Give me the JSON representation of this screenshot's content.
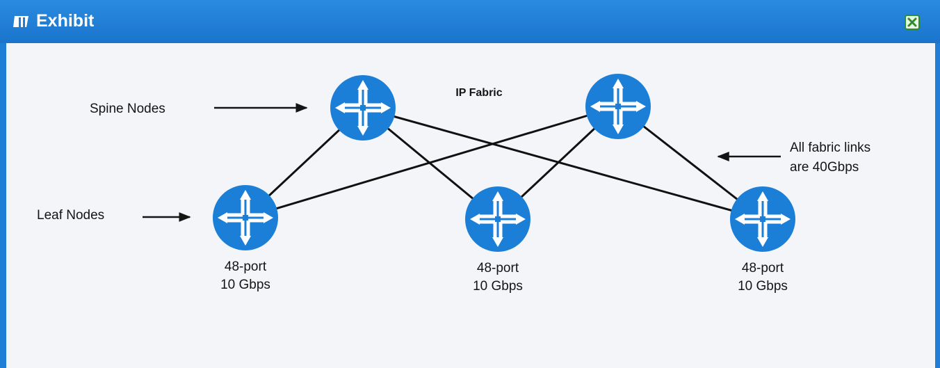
{
  "window": {
    "title": "Exhibit",
    "title_icon": "exhibit-icon",
    "close_icon": "close-icon",
    "colors": {
      "titlebar": "#1f7fd6",
      "content_bg": "#f3f5f8",
      "node": "#1b7fd8",
      "link": "#111111"
    }
  },
  "diagram": {
    "title": "IP Fabric",
    "spine_label": "Spine Nodes",
    "leaf_label": "Leaf Nodes",
    "fabric_note": {
      "line1": "All fabric links",
      "line2": "are 40Gbps"
    },
    "node_icon": "router-icon",
    "spines": [
      {
        "id": "spine-1"
      },
      {
        "id": "spine-2"
      }
    ],
    "leaves": [
      {
        "id": "leaf-1",
        "line1": "48-port",
        "line2": "10 Gbps"
      },
      {
        "id": "leaf-2",
        "line1": "48-port",
        "line2": "10 Gbps"
      },
      {
        "id": "leaf-3",
        "line1": "48-port",
        "line2": "10 Gbps"
      }
    ],
    "links": [
      [
        "spine-1",
        "leaf-1"
      ],
      [
        "spine-1",
        "leaf-2"
      ],
      [
        "spine-1",
        "leaf-3"
      ],
      [
        "spine-2",
        "leaf-1"
      ],
      [
        "spine-2",
        "leaf-2"
      ],
      [
        "spine-2",
        "leaf-3"
      ]
    ]
  }
}
